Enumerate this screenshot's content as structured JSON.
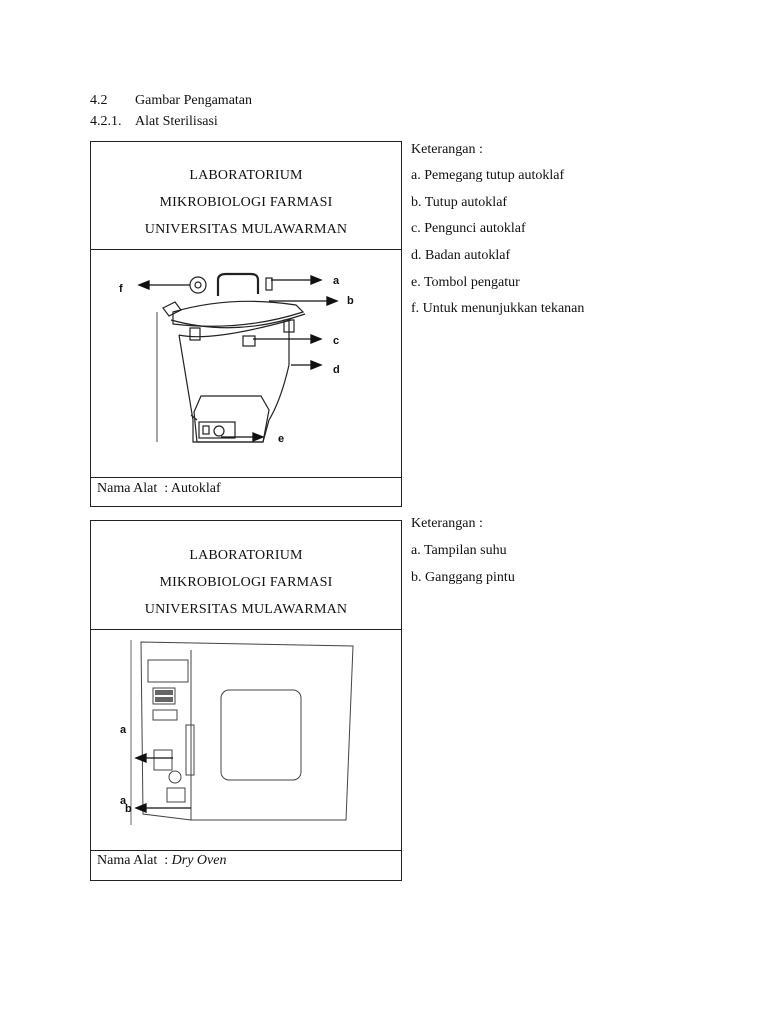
{
  "section": {
    "number": "4.2",
    "title": "Gambar Pengamatan"
  },
  "subsection": {
    "number": "4.2.1.",
    "title": "Alat Sterilisasi"
  },
  "tables": [
    {
      "header_lines": [
        "LABORATORIUM",
        "MIKROBIOLOGI FARMASI",
        "UNIVERSITAS MULAWARMAN"
      ],
      "nama_prefix": "Nama Alat  : ",
      "nama_alat": "Autoklaf",
      "figure_labels": [
        "a",
        "b",
        "c",
        "d",
        "e",
        "f"
      ],
      "keterangan_title": "Keterangan :",
      "keterangan": [
        "a. Pemegang tutup autoklaf",
        "b. Tutup autoklaf",
        "c. Pengunci autoklaf",
        "d. Badan autoklaf",
        "e. Tombol pengatur",
        "f. Untuk menunjukkan tekanan"
      ]
    },
    {
      "header_lines": [
        "LABORATORIUM",
        "MIKROBIOLOGI FARMASI",
        "UNIVERSITAS MULAWARMAN"
      ],
      "nama_prefix": "Nama Alat  : ",
      "nama_alat": "Dry Oven",
      "figure_labels": [
        "a",
        "a",
        "b"
      ],
      "keterangan_title": "Keterangan :",
      "keterangan": [
        "a. Tampilan suhu",
        "b. Ganggang pintu"
      ]
    }
  ]
}
